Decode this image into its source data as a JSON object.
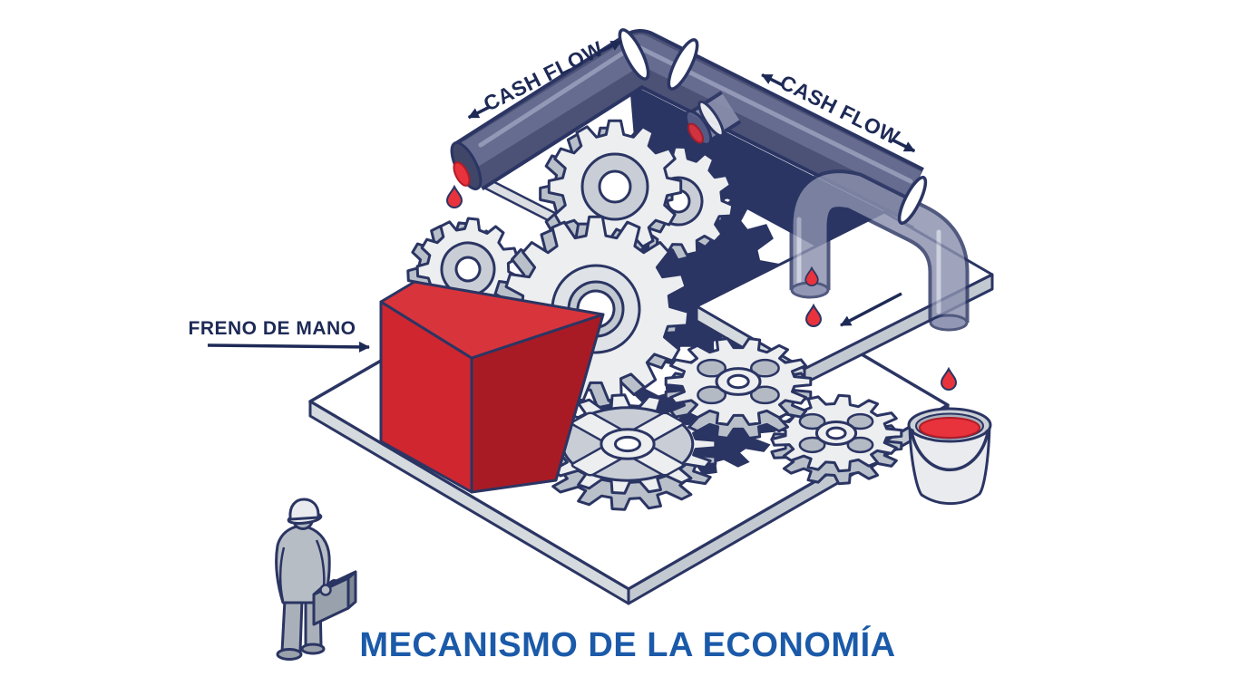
{
  "illustration": {
    "title": "MECANISMO DE LA ECONOMÍA",
    "labels": {
      "handbrake": "FRENO DE MANO",
      "cash_flow_left": "CASH FLOW",
      "cash_flow_right": "CASH FLOW"
    },
    "colors": {
      "background": "#ffffff",
      "outline_navy": "#2b3563",
      "label_navy": "#1e2a56",
      "title_blue": "#1b5aa9",
      "pipe_body": "#4c5276",
      "pipe_light": "#6a7092",
      "pipe_highlight": "#9aa0bd",
      "pipe_translucent": "#8b91ae",
      "pipe_interior": "#3f4668",
      "gear_face": "#eceef0",
      "gear_side": "#b9c0ca",
      "gear_recess": "#c9ced6",
      "silhouette_navy": "#2b3563",
      "platform_top": "#ffffff",
      "platform_side_left": "#d5dade",
      "platform_side_right": "#c3c9d1",
      "brake_red_top": "#d8343c",
      "brake_red_front": "#cf2630",
      "brake_red_side": "#a81b25",
      "liquid_red": "#e8323c",
      "liquid_red_dark": "#b01c27",
      "person_gray": "#b7bdc5",
      "bucket_gray": "#e9ebee"
    }
  }
}
